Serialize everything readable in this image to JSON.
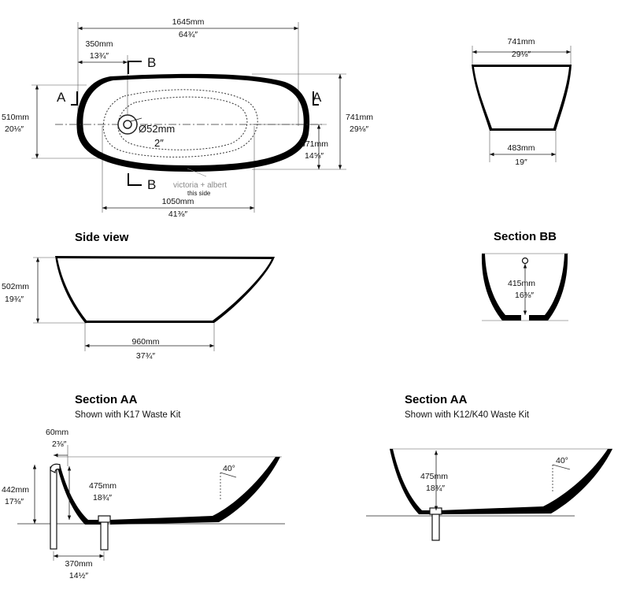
{
  "plan": {
    "overall_length": {
      "mm": "1645mm",
      "inch": "64¾″"
    },
    "offset": {
      "mm": "350mm",
      "inch": "13¾″"
    },
    "inner_width": {
      "mm": "510mm",
      "inch": "20⅛″"
    },
    "overall_width": {
      "mm": "741mm",
      "inch": "29⅛″"
    },
    "waste_diameter": {
      "mm": "Ø52mm",
      "inch": "2″"
    },
    "waste_offset": {
      "mm": "371mm",
      "inch": "14⅝″"
    },
    "inner_length": {
      "mm": "1050mm",
      "inch": "41⅜″"
    },
    "section_a": "A",
    "section_b": "B",
    "brand": "victoria + albert",
    "brand_note": "this side"
  },
  "end_view": {
    "top_width": {
      "mm": "741mm",
      "inch": "29⅛″"
    },
    "base_width": {
      "mm": "483mm",
      "inch": "19″"
    }
  },
  "side_view": {
    "title": "Side view",
    "height": {
      "mm": "502mm",
      "inch": "19¾″"
    },
    "base_length": {
      "mm": "960mm",
      "inch": "37¾″"
    }
  },
  "section_bb": {
    "title": "Section BB",
    "depth": {
      "mm": "415mm",
      "inch": "16⅜″"
    }
  },
  "section_aa_k17": {
    "title": "Section AA",
    "subtitle": "Shown with K17 Waste Kit",
    "overflow_offset": {
      "mm": "60mm",
      "inch": "2⅜″"
    },
    "overall_height": {
      "mm": "442mm",
      "inch": "17⅜″"
    },
    "depth": {
      "mm": "475mm",
      "inch": "18¾″"
    },
    "angle": "40°",
    "waste_distance": {
      "mm": "370mm",
      "inch": "14½″"
    }
  },
  "section_aa_k12": {
    "title": "Section AA",
    "subtitle": "Shown with K12/K40 Waste Kit",
    "depth": {
      "mm": "475mm",
      "inch": "18¾″"
    },
    "angle": "40°"
  }
}
